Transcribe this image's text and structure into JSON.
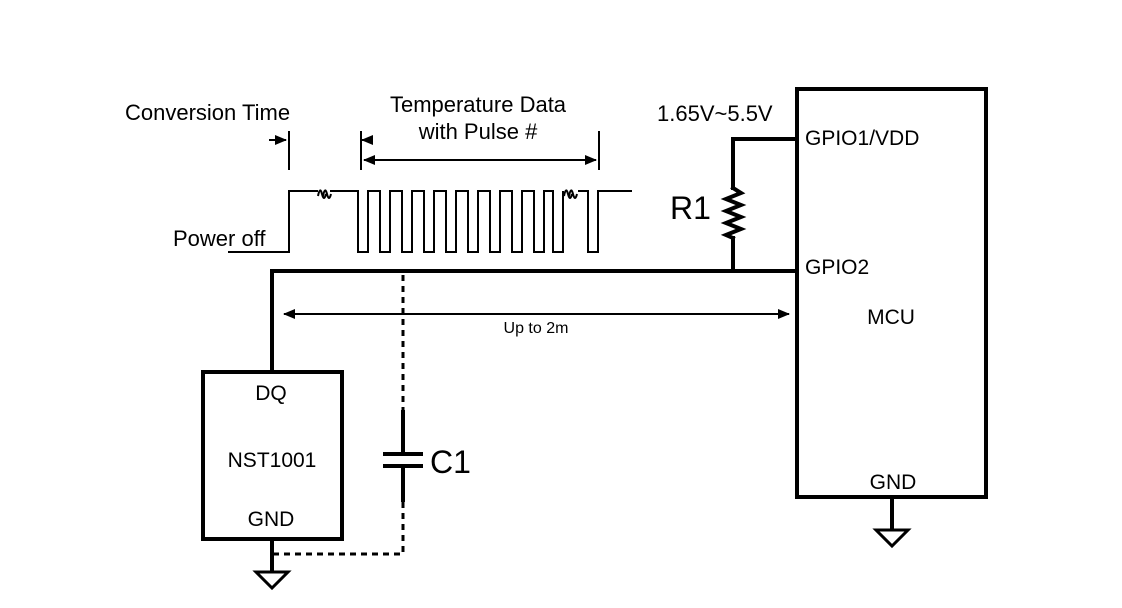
{
  "labels": {
    "conversion_time": "Conversion Time",
    "temperature_data_line1": "Temperature Data",
    "temperature_data_line2": "with Pulse #",
    "power_off": "Power off",
    "supply_range": "1.65V~5.5V",
    "resistor": "R1",
    "capacitor": "C1",
    "distance": "Up to 2m"
  },
  "mcu": {
    "name": "MCU",
    "pin_vdd": "GPIO1/VDD",
    "pin_data": "GPIO2",
    "pin_gnd": "GND"
  },
  "sensor": {
    "name": "NST1001",
    "pin_dq": "DQ",
    "pin_gnd": "GND"
  },
  "icons": {
    "ground": "ground-symbol-icon",
    "resistor": "resistor-zigzag-icon",
    "capacitor": "capacitor-icon",
    "break": "waveform-break-icon"
  }
}
